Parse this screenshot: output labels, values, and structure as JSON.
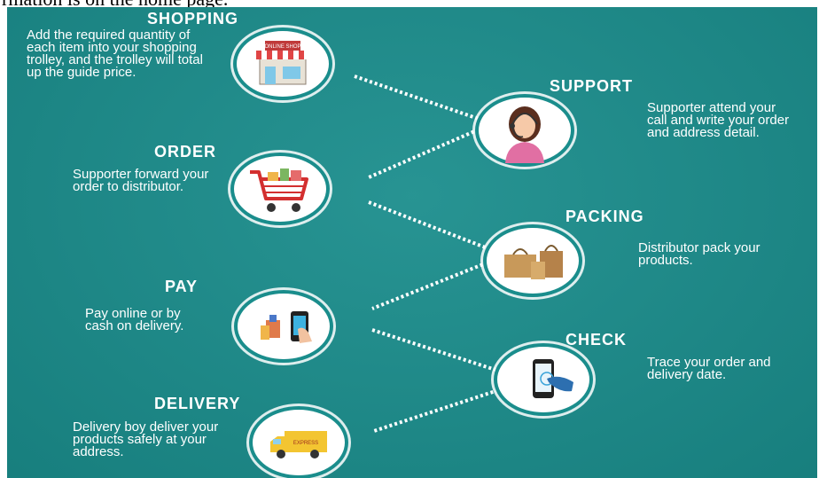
{
  "page_header": "rmation is on the home page.",
  "steps": {
    "shopping": {
      "title": "SHOPPING",
      "description": "Add the required quantity of each item into your shopping trolley, and the trolley will total up the guide price.",
      "sign_text": "ONLINE SHOP"
    },
    "support": {
      "title": "SUPPORT",
      "description": "Supporter attend your call and write your order and address detail."
    },
    "order": {
      "title": "ORDER",
      "description": "Supporter forward your order to distributor."
    },
    "packing": {
      "title": "PACKING",
      "description": "Distributor pack your products."
    },
    "pay": {
      "title": "PAY",
      "description": "Pay online or by cash on delivery."
    },
    "check": {
      "title": "CHECK",
      "description": "Trace your order and delivery date."
    },
    "delivery": {
      "title": "DELIVERY",
      "description": "Delivery boy deliver your products safely at your address.",
      "truck_text": "EXPRESS"
    }
  },
  "colors": {
    "background": "#1a8d8c",
    "text": "#ffffff",
    "circle": "#ffffff"
  },
  "icons": [
    "shop-icon",
    "support-agent-icon",
    "shopping-cart-icon",
    "shopping-bags-icon",
    "payment-icon",
    "touch-phone-icon",
    "delivery-truck-icon"
  ]
}
